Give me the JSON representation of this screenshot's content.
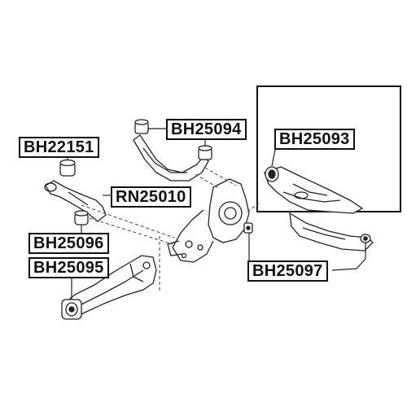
{
  "labels": {
    "bh22151": "BH22151",
    "bh25094": "BH25094",
    "bh25093": "BH25093",
    "rn25010": "RN25010",
    "bh25096": "BH25096",
    "bh25095": "BH25095",
    "bh25097": "BH25097"
  },
  "colors": {
    "stroke": "#222222",
    "label_border": "#111111",
    "background": "#ffffff"
  }
}
